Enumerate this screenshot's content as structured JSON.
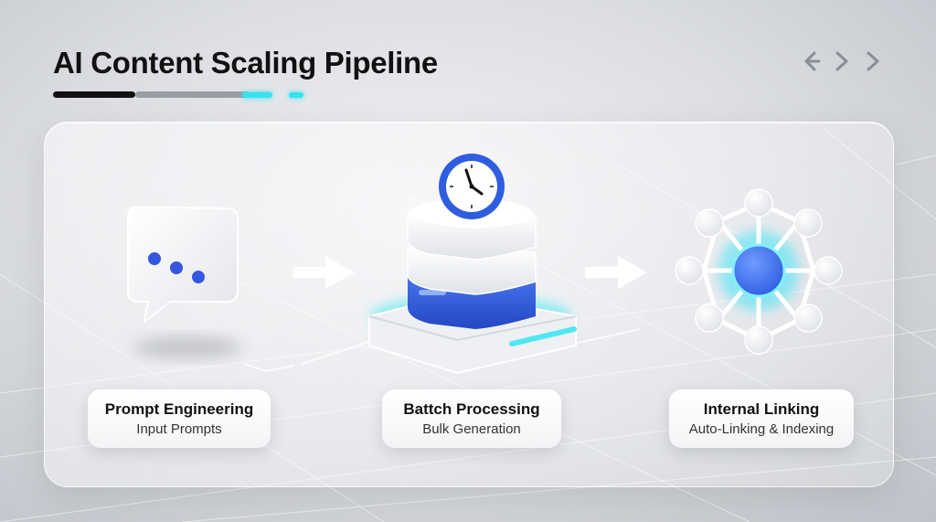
{
  "title": "AI Content Scaling Pipeline",
  "navigation": {
    "prev": "‹",
    "next": "›"
  },
  "steps": [
    {
      "title": "Prompt Engineering",
      "subtitle": "Input Prompts",
      "icon": "chat-bubble-icon"
    },
    {
      "title": "Battch Processing",
      "subtitle": "Bulk Generation",
      "icon": "server-stack-clock-icon"
    },
    {
      "title": "Internal Linking",
      "subtitle": "Auto-Linking & Indexing",
      "icon": "network-hub-icon"
    }
  ],
  "colors": {
    "accent_blue": "#2f5de0",
    "accent_cyan": "#2ee6f0",
    "title": "#111111"
  }
}
